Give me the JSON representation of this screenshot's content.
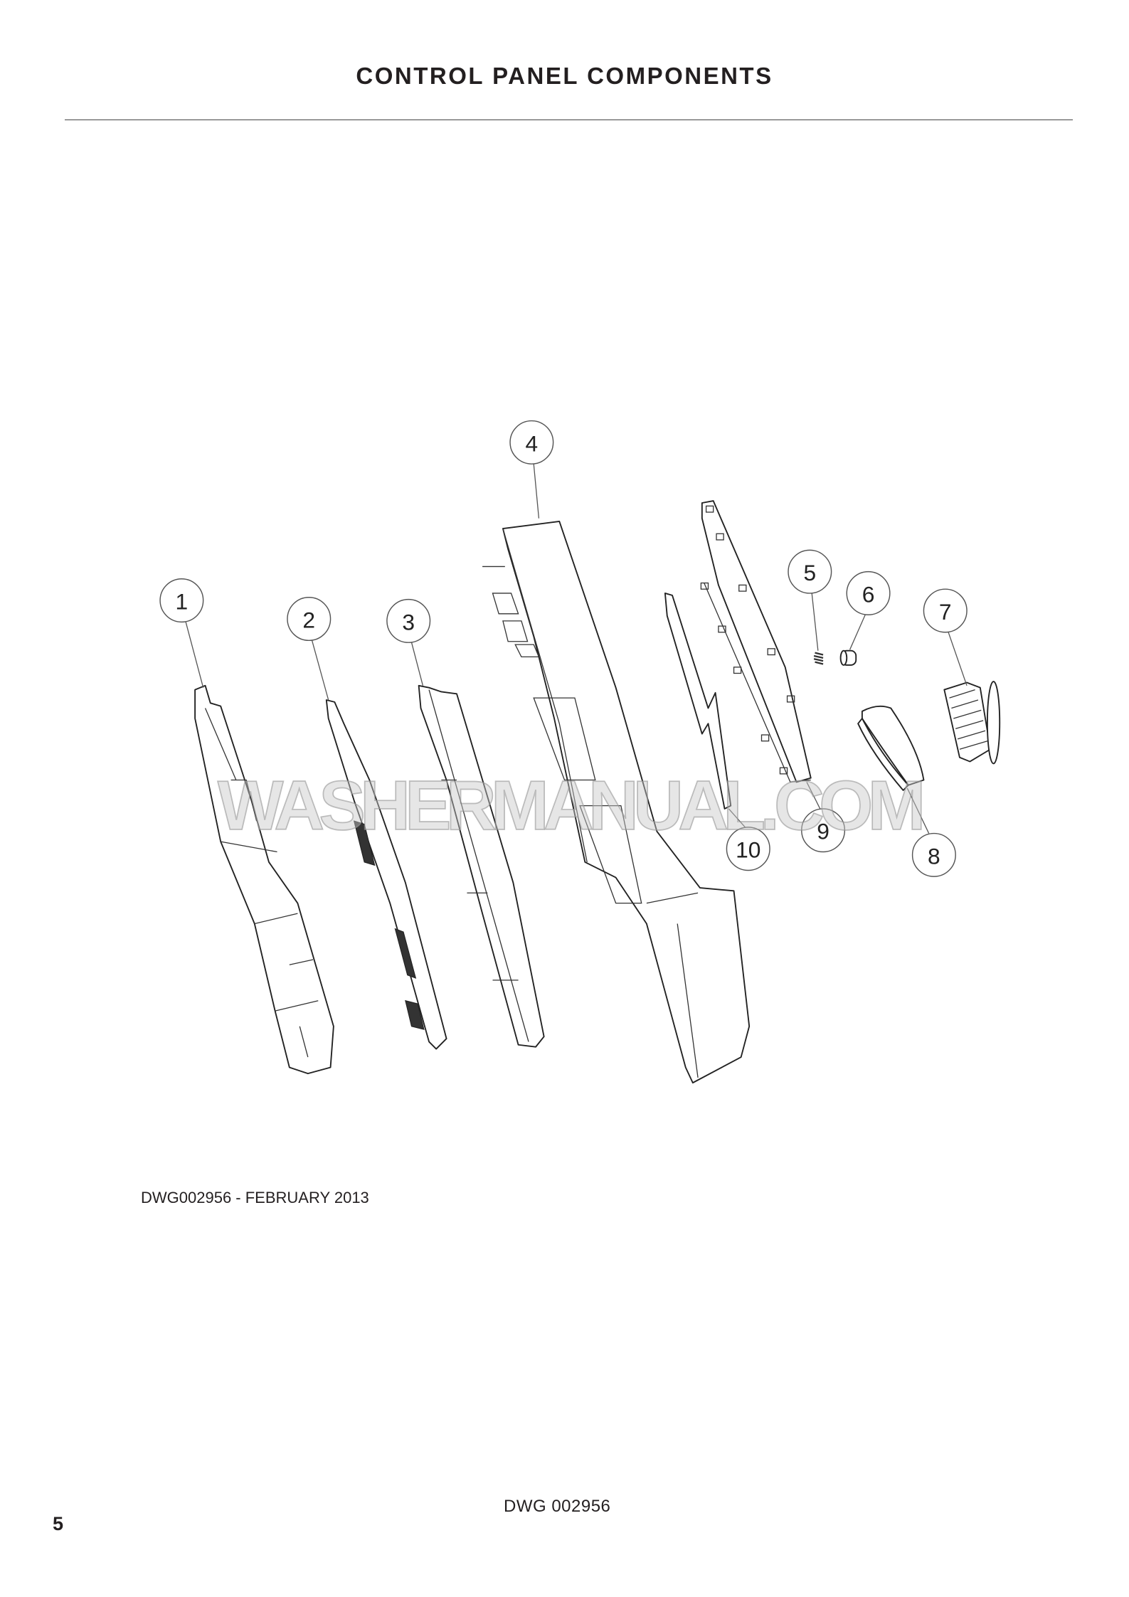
{
  "header": {
    "title": "CONTROL PANEL COMPONENTS"
  },
  "diagram": {
    "callouts": [
      {
        "label": "1"
      },
      {
        "label": "2"
      },
      {
        "label": "3"
      },
      {
        "label": "4"
      },
      {
        "label": "5"
      },
      {
        "label": "6"
      },
      {
        "label": "7"
      },
      {
        "label": "8"
      },
      {
        "label": "9"
      },
      {
        "label": "10"
      }
    ],
    "watermark": "WASHERMANUAL.COM"
  },
  "caption": "DWG002956  -  FEBRUARY 2013",
  "footer": {
    "drawing_number": "DWG 002956",
    "page_number": "5"
  }
}
